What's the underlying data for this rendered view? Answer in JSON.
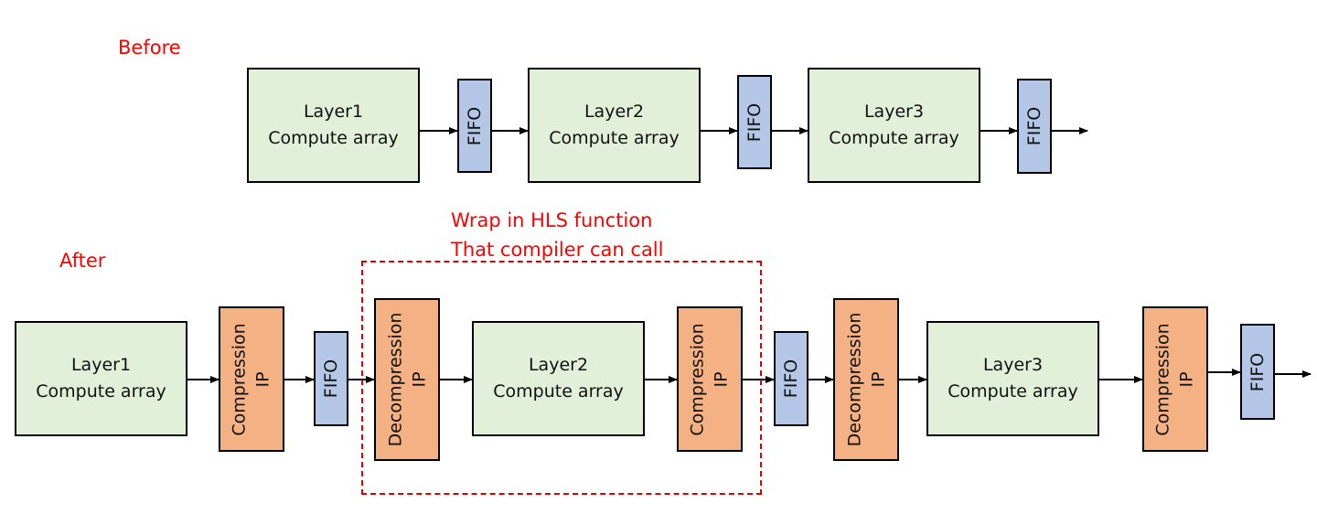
{
  "before": {
    "label": "Before",
    "blocks": [
      {
        "type": "compute",
        "line1": "Layer1",
        "line2": "Compute array"
      },
      {
        "type": "fifo",
        "text": "FIFO"
      },
      {
        "type": "compute",
        "line1": "Layer2",
        "line2": "Compute array"
      },
      {
        "type": "fifo",
        "text": "FIFO"
      },
      {
        "type": "compute",
        "line1": "Layer3",
        "line2": "Compute array"
      },
      {
        "type": "fifo",
        "text": "FIFO"
      }
    ]
  },
  "after": {
    "label": "After",
    "note_line1": "Wrap in HLS function",
    "note_line2": "That compiler can call",
    "blocks": [
      {
        "type": "compute",
        "line1": "Layer1",
        "line2": "Compute array"
      },
      {
        "type": "ip",
        "line1": "Compression",
        "line2": "IP"
      },
      {
        "type": "fifo",
        "text": "FIFO"
      },
      {
        "type": "ip",
        "line1": "Decompression",
        "line2": "IP"
      },
      {
        "type": "compute",
        "line1": "Layer2",
        "line2": "Compute array"
      },
      {
        "type": "ip",
        "line1": "Compression",
        "line2": "IP"
      },
      {
        "type": "fifo",
        "text": "FIFO"
      },
      {
        "type": "ip",
        "line1": "Decompression",
        "line2": "IP"
      },
      {
        "type": "compute",
        "line1": "Layer3",
        "line2": "Compute array"
      },
      {
        "type": "ip",
        "line1": "Compression",
        "line2": "IP"
      },
      {
        "type": "fifo",
        "text": "FIFO"
      }
    ]
  },
  "colors": {
    "compute_fill": "#e2efd9",
    "fifo_fill": "#b4c7e7",
    "ip_fill": "#f4b183",
    "annotation": "#ff0000"
  }
}
